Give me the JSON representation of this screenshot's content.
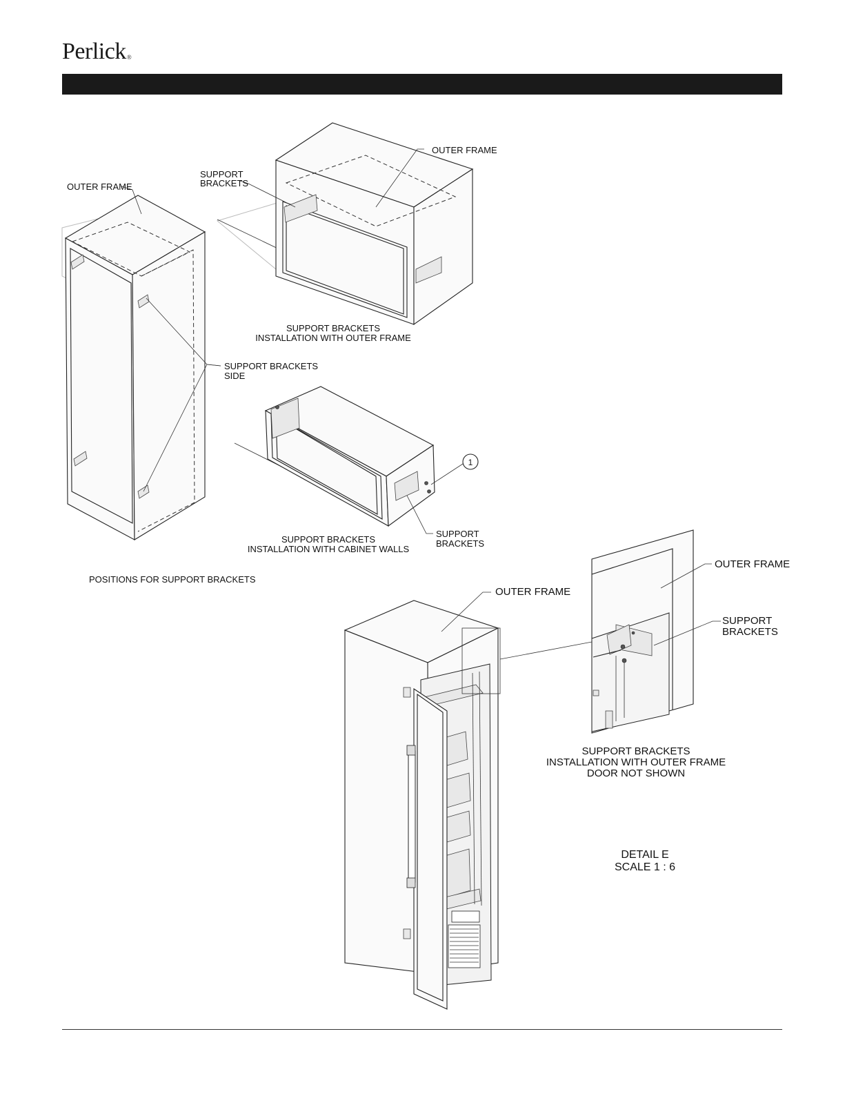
{
  "header": {
    "logo_text": "Perlick",
    "logo_mark": "®"
  },
  "labels": {
    "outer_frame_left": "OUTER FRAME",
    "support_brackets_top_1": "SUPPORT",
    "support_brackets_top_2": "BRACKETS",
    "outer_frame_top": "OUTER FRAME",
    "support_brackets_side_1": "SUPPORT BRACKETS",
    "support_brackets_side_2": "SIDE",
    "caption_outer_frame_1": "SUPPORT BRACKETS",
    "caption_outer_frame_2": "INSTALLATION WITH OUTER FRAME",
    "callout_number": "1",
    "support_brackets_cab_1": "SUPPORT",
    "support_brackets_cab_2": "BRACKETS",
    "caption_cabinet_1": "SUPPORT BRACKETS",
    "caption_cabinet_2": "INSTALLATION WITH CABINET WALLS",
    "caption_positions": "POSITIONS FOR SUPPORT BRACKETS",
    "outer_frame_bottom": "OUTER FRAME",
    "outer_frame_detail": "OUTER FRAME",
    "support_brackets_detail_1": "SUPPORT",
    "support_brackets_detail_2": "BRACKETS",
    "caption_detail_1": "SUPPORT BRACKETS",
    "caption_detail_2": "INSTALLATION WITH OUTER FRAME",
    "caption_detail_3": "DOOR NOT SHOWN",
    "detail_title_1": "DETAIL E",
    "detail_title_2": "SCALE 1 : 6"
  }
}
